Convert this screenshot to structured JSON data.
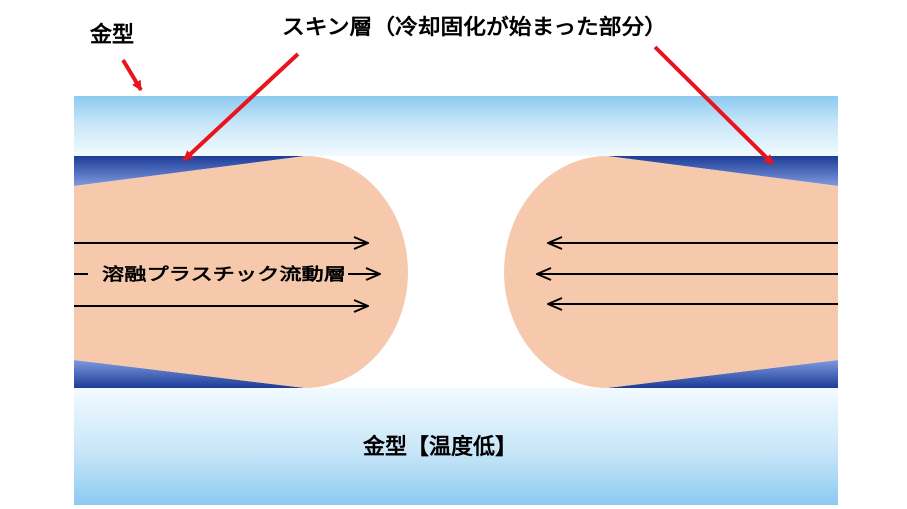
{
  "labels": {
    "mold_top": "金型",
    "skin_layer": "スキン層（冷却固化が始まった部分）",
    "flow_layer": "溶融プラスチック流動層",
    "mold_bottom": "金型【温度低】"
  },
  "colors": {
    "mold_light": "#f2faff",
    "mold_mid": "#c7e6f8",
    "mold_dark": "#8ccaf0",
    "skin_light": "#7f9ae0",
    "skin_dark": "#1c3c96",
    "melt": "#f7c9ac",
    "arrow_red": "#e8141e",
    "flow_arrow": "#000000"
  }
}
